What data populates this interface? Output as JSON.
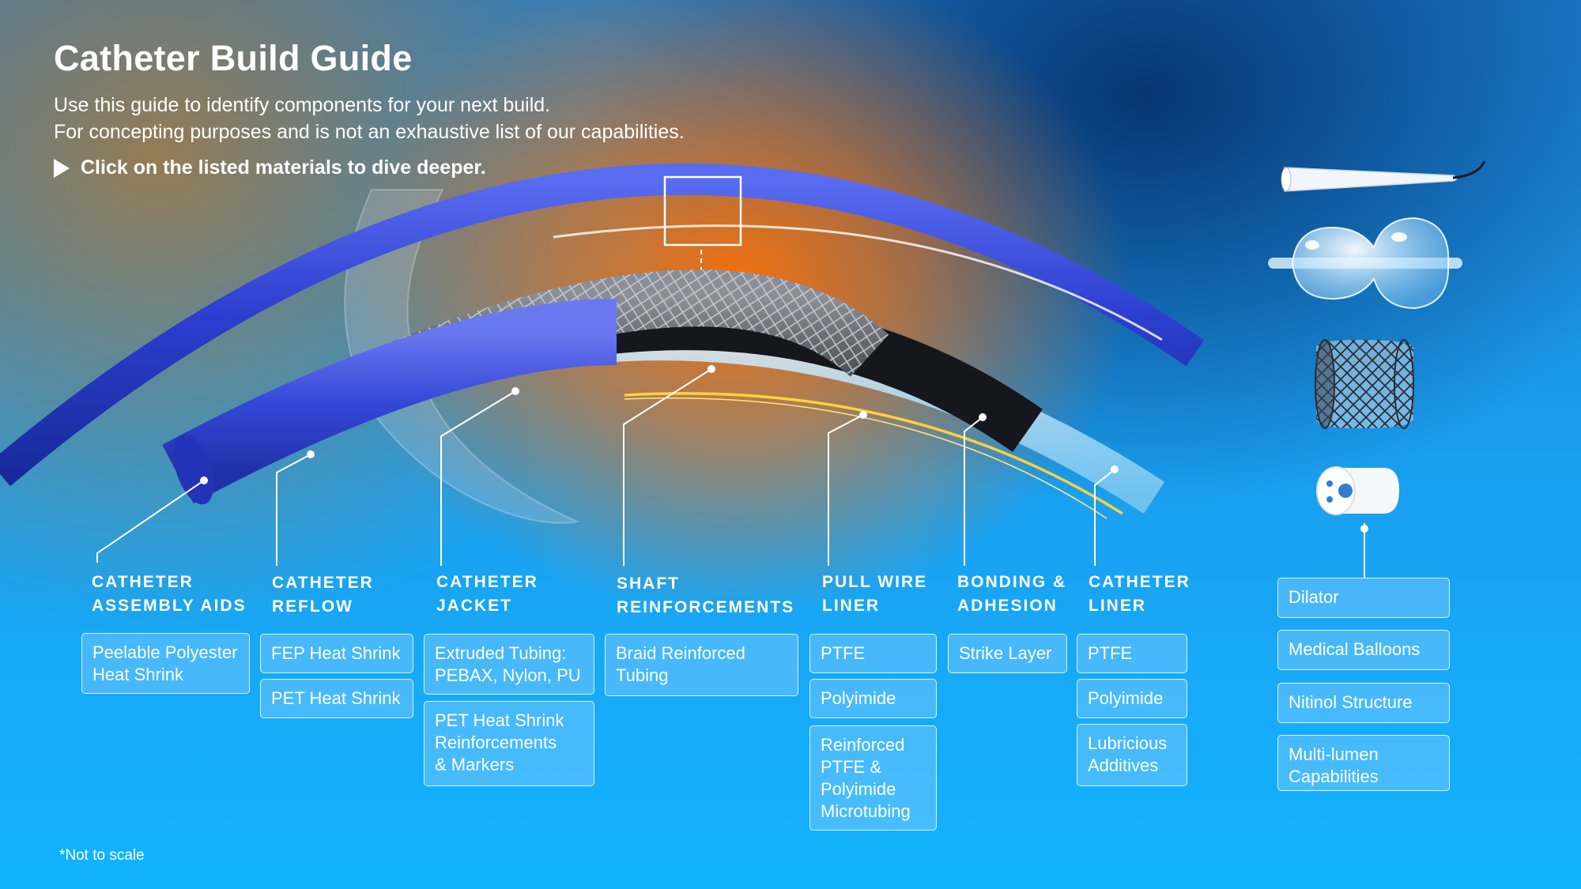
{
  "header": {
    "title": "Catheter Build Guide",
    "subtitle_line1": "Use this guide to identify components for your next build.",
    "subtitle_line2": "For concepting purposes and is not an exhaustive list of our capabilities.",
    "cta": "Click on the listed materials to dive deeper."
  },
  "categories": {
    "assembly_aids": {
      "line1": "CATHETER",
      "line2": "ASSEMBLY AIDS"
    },
    "reflow": {
      "line1": "CATHETER",
      "line2": "REFLOW"
    },
    "jacket": {
      "line1": "CATHETER",
      "line2": "JACKET"
    },
    "shaft": {
      "line1": "SHAFT",
      "line2": "REINFORCEMENTS"
    },
    "pull_wire": {
      "line1": "PULL WIRE",
      "line2": "LINER"
    },
    "bonding": {
      "line1": "BONDING &",
      "line2": "ADHESION"
    },
    "liner": {
      "line1": "CATHETER",
      "line2": "LINER"
    }
  },
  "materials": {
    "assembly_aids": [
      {
        "line1": "Peelable Polyester",
        "line2": "Heat Shrink"
      }
    ],
    "reflow": [
      {
        "line1": "FEP Heat Shrink"
      },
      {
        "line1": "PET Heat Shrink"
      }
    ],
    "jacket": [
      {
        "line1": "Extruded Tubing:",
        "line2": "PEBAX, Nylon, PU"
      },
      {
        "line1": "PET Heat Shrink",
        "line2": "Reinforcements",
        "line3": "& Markers"
      }
    ],
    "shaft": [
      {
        "line1": "Braid Reinforced",
        "line2": "Tubing"
      }
    ],
    "pull_wire": [
      {
        "line1": "PTFE"
      },
      {
        "line1": "Polyimide"
      },
      {
        "line1": "Reinforced",
        "line2": "PTFE &",
        "line3": "Polyimide",
        "line4": "Microtubing"
      }
    ],
    "bonding": [
      {
        "line1": "Strike Layer"
      }
    ],
    "liner": [
      {
        "line1": "PTFE"
      },
      {
        "line1": "Polyimide"
      },
      {
        "line1": "Lubricious",
        "line2": "Additives"
      }
    ],
    "other": [
      {
        "line1": "Dilator"
      },
      {
        "line1": "Medical Balloons"
      },
      {
        "line1": "Nitinol Structure"
      },
      {
        "line1": "Multi-lumen",
        "line2": "Capabilities"
      }
    ]
  },
  "footnote": "*Not to scale",
  "icons": [
    "play-icon",
    "dilator-tip-icon",
    "medical-balloon-icon",
    "nitinol-stent-icon",
    "multi-lumen-icon"
  ],
  "colors": {
    "tube_blue": "#2a3fc4",
    "braid_gray": "#5a5e66",
    "strike_layer_black": "#15171c",
    "liner_clear": "#a8dcf8",
    "pull_wire_yellow": "#ffd23a",
    "callout_white": "#ffffff",
    "orange_glow": "#ff6e00",
    "chip_fill": "#82cdff"
  }
}
